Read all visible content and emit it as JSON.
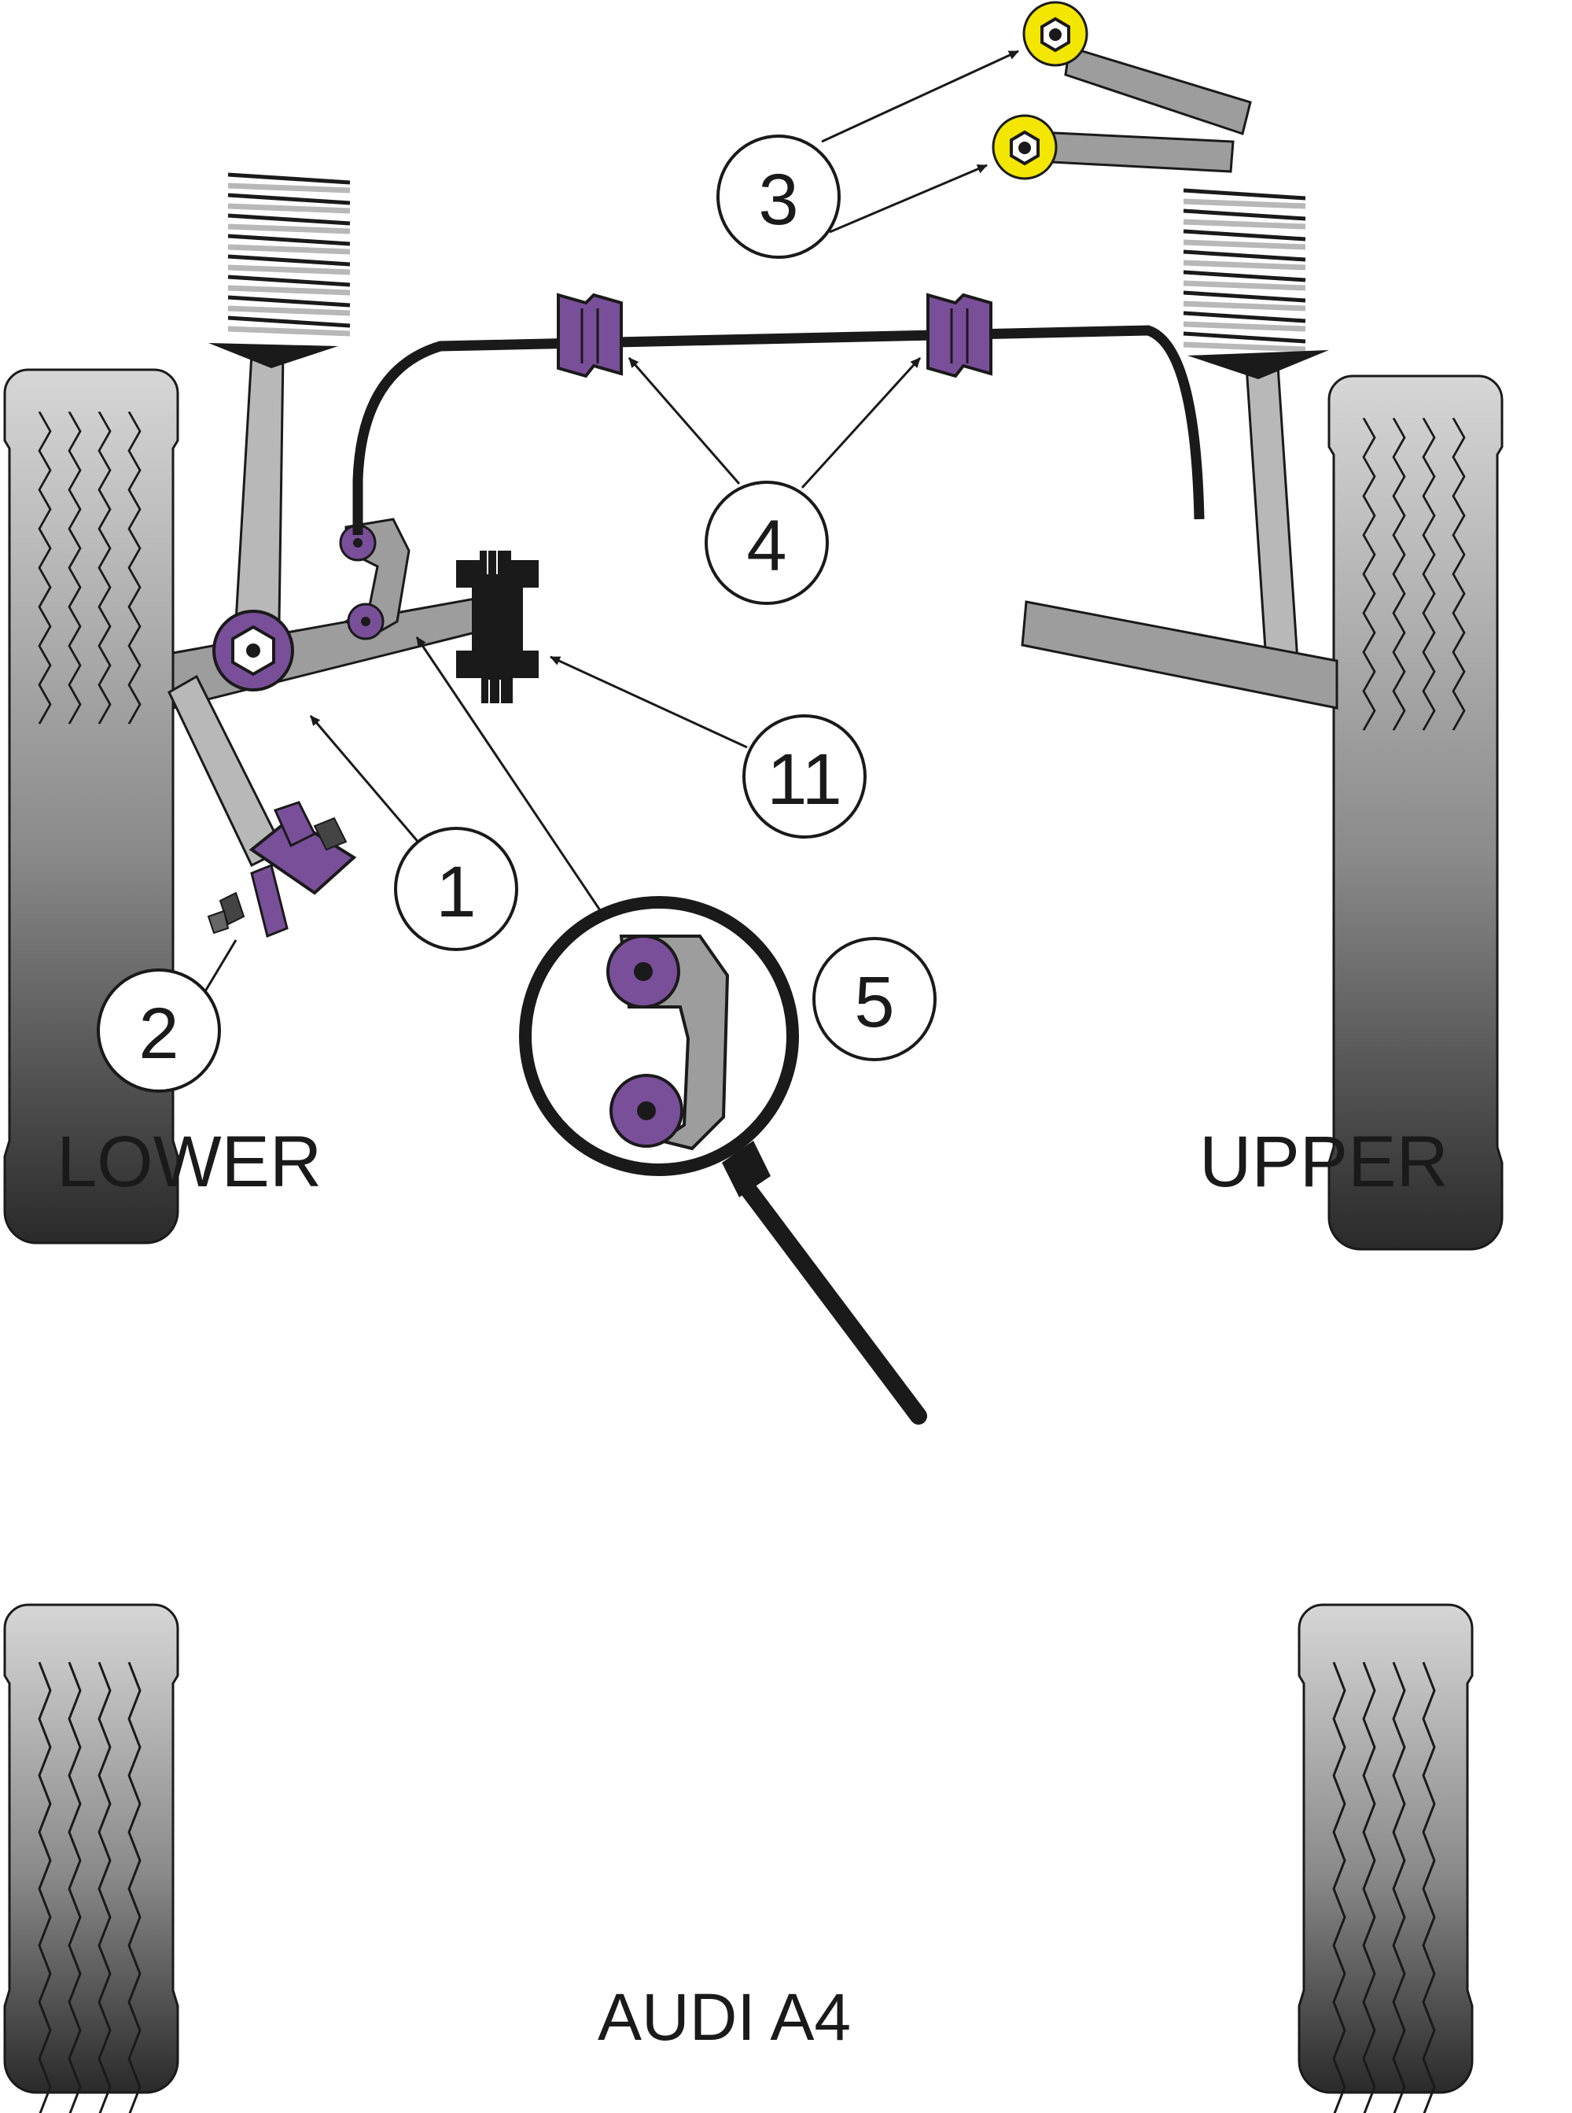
{
  "labels": {
    "lower": "LOWER",
    "upper": "UPPER",
    "model": "AUDI A4"
  },
  "callouts": [
    {
      "id": "1",
      "text": "1"
    },
    {
      "id": "2",
      "text": "2"
    },
    {
      "id": "3",
      "text": "3"
    },
    {
      "id": "4",
      "text": "4"
    },
    {
      "id": "5",
      "text": "5"
    },
    {
      "id": "11",
      "text": "11"
    }
  ],
  "colors": {
    "bush_purple": "#7a4f9a",
    "bush_yellow": "#f3e600",
    "tyre_dark": "#3b3b3b",
    "arm_grey": "#9d9d9d",
    "outline": "#1a1a1a"
  },
  "icons": [
    "tyre-icon",
    "coil-spring-icon",
    "magnifier-icon",
    "anti-roll-bar-icon",
    "bush-icon"
  ]
}
